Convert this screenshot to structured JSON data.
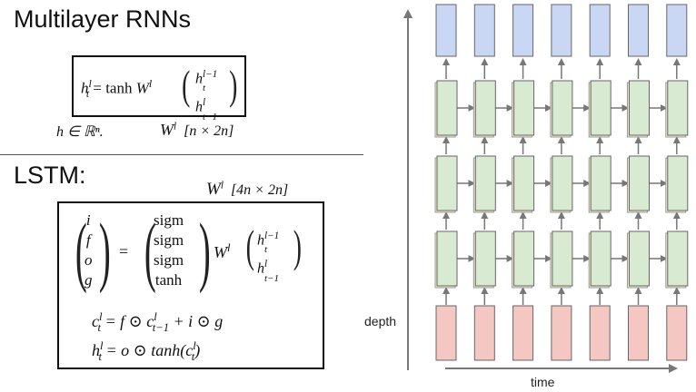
{
  "titles": {
    "multilayer": "Multilayer RNNs",
    "lstm": "LSTM:"
  },
  "rnn_box": {
    "lhs": "h",
    "lhs_sup": "l",
    "lhs_sub": "t",
    "eq": "= tanh",
    "w": "W",
    "w_sup": "l",
    "v1": "h",
    "v1_sup": "l−1",
    "v1_sub": "t",
    "v2": "h",
    "v2_sup": "l",
    "v2_sub": "t−1"
  },
  "rnn_notes": {
    "h_dim": "h ∈ ℝⁿ.",
    "w_label": "W",
    "w_sup": "l",
    "w_dim": "[n × 2n]"
  },
  "lstm_notes": {
    "w_label": "W",
    "w_sup": "l",
    "w_dim": "[4n × 2n]"
  },
  "lstm_box": {
    "gates": [
      "i",
      "f",
      "o",
      "g"
    ],
    "eq": "=",
    "funcs": [
      "sigm",
      "sigm",
      "sigm",
      "tanh"
    ],
    "w": "W",
    "w_sup": "l",
    "v1": "h",
    "v1_sup": "l−1",
    "v1_sub": "t",
    "v2": "h",
    "v2_sup": "l",
    "v2_sub": "t−1",
    "cell_eq": "c",
    "cell_rhs": "= f ⊙ c",
    "cell_rhs2": " + i ⊙ g",
    "hid_eq": "h",
    "hid_rhs": "= o ⊙ tanh(c",
    "hid_rhs2": ")"
  },
  "axes": {
    "x_label": "time",
    "y_label": "depth"
  },
  "grid": {
    "columns": 7,
    "rows": [
      "output",
      "hidden",
      "hidden",
      "hidden",
      "input"
    ],
    "colors": {
      "output": "#c9d7f5",
      "hidden": "#d9ead3",
      "hidden_shadow": "#f3ecc8",
      "input": "#f4c7c3",
      "border": "#666666",
      "arrow": "#777777"
    }
  }
}
